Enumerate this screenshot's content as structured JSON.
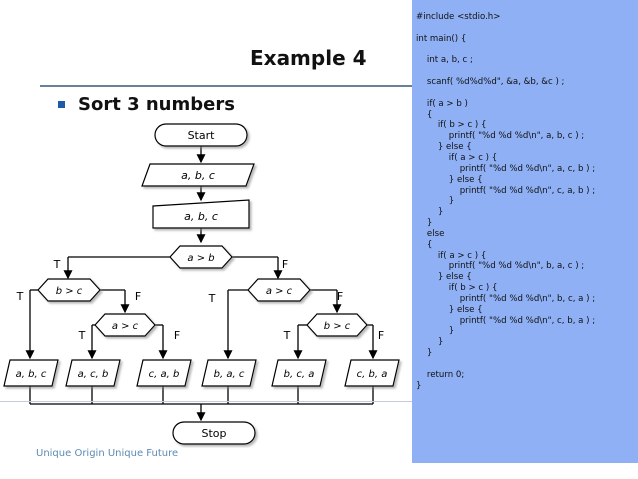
{
  "slide": {
    "title": "Example 4",
    "bullet": "Sort 3 numbers",
    "footer": "Unique Origin Unique Future"
  },
  "flowchart": {
    "start": "Start",
    "input": "a, b, c",
    "read": "a, b, c",
    "cond_ab": "a > b",
    "cond_bc_left": "b > c",
    "cond_ac_left": "a > c",
    "cond_ac_right": "a > c",
    "cond_bc_right": "b > c",
    "out1": "a, b, c",
    "out2": "a, c, b",
    "out3": "c, a, b",
    "out4": "b, a, c",
    "out5": "b, c, a",
    "out6": "c, b, a",
    "stop": "Stop",
    "true_label": "T",
    "false_label": "F"
  },
  "code": {
    "lines": [
      "#include <stdio.h>",
      "",
      "int main() {",
      "",
      "    int a, b, c ;",
      "",
      "    scanf( %d%d%d\", &a, &b, &c ) ;",
      "",
      "    if( a > b )",
      "    {",
      "        if( b > c ) {",
      "            printf( \"%d %d %d\\n\", a, b, c ) ;",
      "        } else {",
      "            if( a > c ) {",
      "                printf( \"%d %d %d\\n\", a, c, b ) ;",
      "            } else {",
      "                printf( \"%d %d %d\\n\", c, a, b ) ;",
      "            }",
      "        }",
      "    }",
      "    else",
      "    {",
      "        if( a > c ) {",
      "            printf( \"%d %d %d\\n\", b, a, c ) ;",
      "        } else {",
      "            if( b > c ) {",
      "                printf( \"%d %d %d\\n\", b, c, a ) ;",
      "            } else {",
      "                printf( \"%d %d %d\\n\", c, b, a ) ;",
      "            }",
      "        }",
      "    }",
      "",
      "    return 0;",
      "}"
    ]
  },
  "colors": {
    "node_fill": "#ffffff",
    "code_bg": "#8fb0f4",
    "accent": "#1e5aa8",
    "footer_text": "#5b8bb3"
  }
}
